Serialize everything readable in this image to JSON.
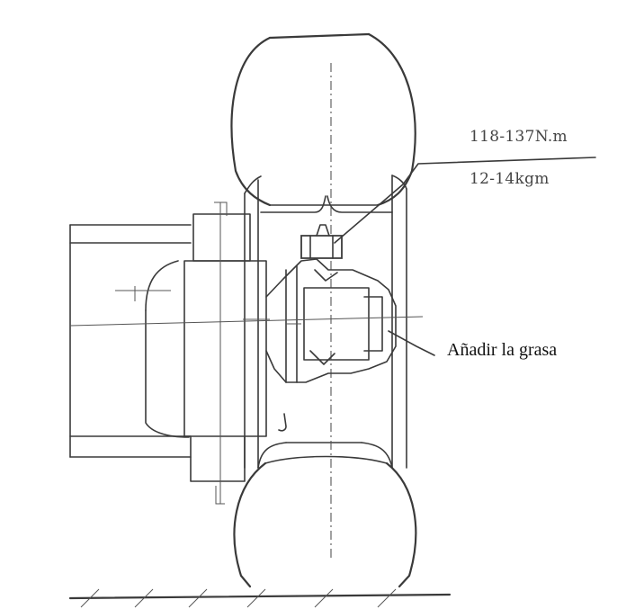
{
  "labels": {
    "torque_nm": "118-137N.m",
    "torque_kgm": "12-14kgm",
    "grease": "Añadir la grasa"
  }
}
